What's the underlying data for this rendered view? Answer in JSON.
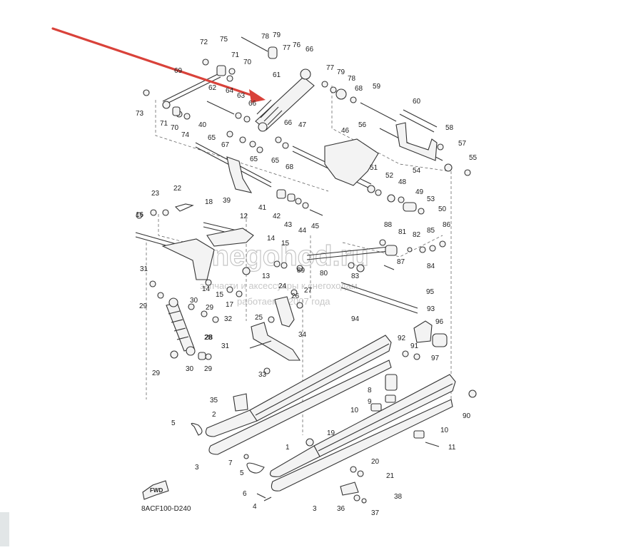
{
  "diagram": {
    "code": "8ACF100-D240",
    "fwd_label": "FWD",
    "watermark": {
      "title": "Snegohod.ru",
      "line1": "запчасти и аксессуары к снегоходам",
      "line2": "работаем с 2007 года"
    },
    "arrow_color": "#d9423a",
    "parts": [
      "72",
      "75",
      "78",
      "79",
      "77",
      "76",
      "66",
      "71",
      "70",
      "69",
      "61",
      "62",
      "64",
      "63",
      "66",
      "73",
      "71",
      "70",
      "74",
      "40",
      "65",
      "67",
      "65",
      "65",
      "68",
      "66",
      "47",
      "46",
      "77",
      "79",
      "78",
      "68",
      "59",
      "60",
      "56",
      "58",
      "57",
      "55",
      "54",
      "39",
      "41",
      "42",
      "43",
      "44",
      "45",
      "51",
      "52",
      "48",
      "49",
      "53",
      "50",
      "23",
      "22",
      "18",
      "16",
      "12",
      "14",
      "15",
      "13",
      "89",
      "80",
      "88",
      "81",
      "82",
      "85",
      "86",
      "83",
      "87",
      "84",
      "31",
      "14",
      "15",
      "17",
      "24",
      "26",
      "27",
      "95",
      "29",
      "30",
      "29",
      "32",
      "25",
      "28",
      "94",
      "93",
      "96",
      "92",
      "91",
      "97",
      "28",
      "31",
      "34",
      "29",
      "30",
      "29",
      "33",
      "35",
      "2",
      "8",
      "9",
      "10",
      "5",
      "10",
      "11",
      "19",
      "1",
      "7",
      "5",
      "20",
      "21",
      "3",
      "6",
      "38",
      "4",
      "3",
      "36",
      "37",
      "90"
    ]
  }
}
